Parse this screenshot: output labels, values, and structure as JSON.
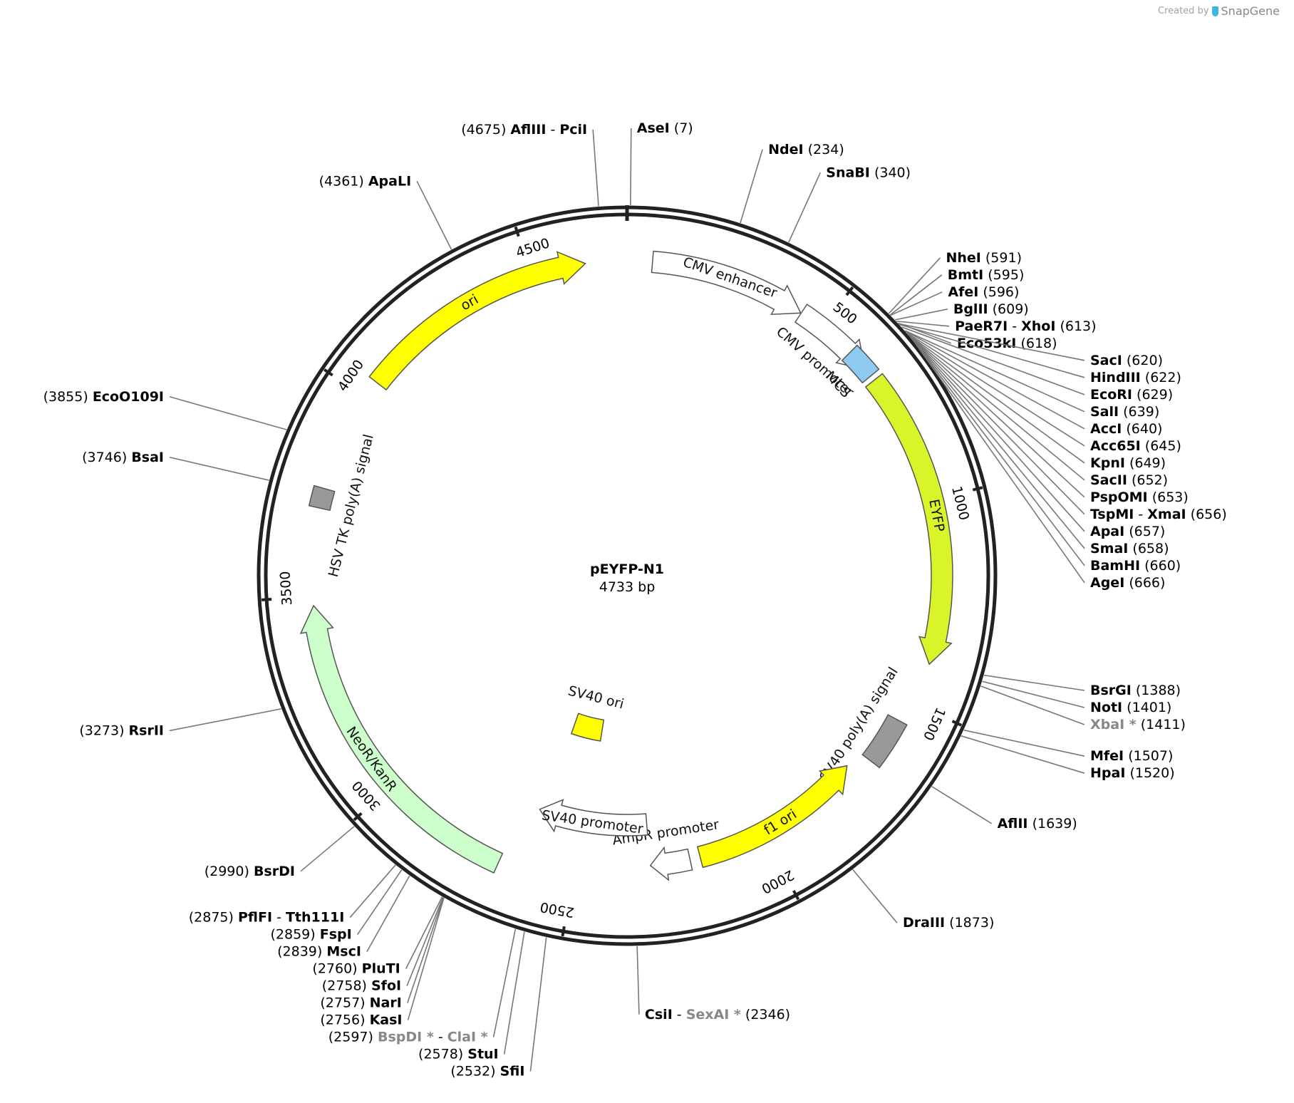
{
  "credit": {
    "prefix": "Created by",
    "brand": "SnapGene"
  },
  "plasmid": {
    "name": "pEYFP-N1",
    "length_label": "4733 bp",
    "length": 4733
  },
  "ticks": [
    {
      "pos": 500,
      "label": "500"
    },
    {
      "pos": 1000,
      "label": "1000"
    },
    {
      "pos": 1500,
      "label": "1500"
    },
    {
      "pos": 2000,
      "label": "2000"
    },
    {
      "pos": 2500,
      "label": "2500"
    },
    {
      "pos": 3000,
      "label": "3000"
    },
    {
      "pos": 3500,
      "label": "3500"
    },
    {
      "pos": 4000,
      "label": "4000"
    },
    {
      "pos": 4500,
      "label": "4500"
    }
  ],
  "features": [
    {
      "name": "CMV enhancer",
      "start": 61,
      "end": 440,
      "type": "arrow",
      "strand": 1,
      "color": "#ffffff"
    },
    {
      "name": "CMV promoter",
      "start": 441,
      "end": 645,
      "type": "arrow",
      "strand": 1,
      "color": "#ffffff"
    },
    {
      "name": "MCS",
      "start": 591,
      "end": 666,
      "type": "box",
      "color": "#8ec9f0"
    },
    {
      "name": "EYFP",
      "start": 679,
      "end": 1398,
      "type": "arrow",
      "strand": 1,
      "color": "#d9f52a"
    },
    {
      "name": "SV40 poly(A) signal",
      "start": 1552,
      "end": 1673,
      "type": "box",
      "color": "#999999"
    },
    {
      "name": "f1 ori",
      "start": 1720,
      "end": 2175,
      "type": "arrow",
      "strand": -1,
      "color": "#ffff00"
    },
    {
      "name": "AmpR promoter",
      "start": 2202,
      "end": 2306,
      "type": "arrow",
      "strand": 1,
      "color": "#ffffff"
    },
    {
      "name": "SV40 promoter",
      "start": 2307,
      "end": 2636,
      "type": "arrow",
      "strand": 1,
      "color": "#ffffff"
    },
    {
      "name": "SV40 ori",
      "start": 2487,
      "end": 2622,
      "type": "box",
      "color": "#ffff00"
    },
    {
      "name": "NeoR/KanR",
      "start": 2684,
      "end": 3478,
      "type": "arrow",
      "strand": 1,
      "color": "#ccffcc"
    },
    {
      "name": "HSV TK poly(A) signal",
      "start": 3713,
      "end": 3761,
      "type": "box",
      "color": "#999999"
    },
    {
      "name": "ori",
      "start": 4045,
      "end": 4633,
      "type": "arrow",
      "strand": 1,
      "color": "#ffff00"
    }
  ],
  "sites": [
    {
      "name": "AseI",
      "pos": 7,
      "label": "(7)"
    },
    {
      "name": "NdeI",
      "pos": 234,
      "label": "(234)"
    },
    {
      "name": "SnaBI",
      "pos": 340,
      "label": "(340)"
    },
    {
      "name": "NheI",
      "pos": 591,
      "label": "(591)"
    },
    {
      "name": "BmtI",
      "pos": 595,
      "label": "(595)"
    },
    {
      "name": "AfeI",
      "pos": 596,
      "label": "(596)"
    },
    {
      "name": "BglII",
      "pos": 609,
      "label": "(609)"
    },
    {
      "name": "PaeR7I",
      "name2": "XhoI",
      "pos": 613,
      "label": "(613)"
    },
    {
      "name": "Eco53kI",
      "pos": 618,
      "label": "(618)"
    },
    {
      "name": "SacI",
      "pos": 620,
      "label": "(620)"
    },
    {
      "name": "HindIII",
      "pos": 622,
      "label": "(622)"
    },
    {
      "name": "EcoRI",
      "pos": 629,
      "label": "(629)"
    },
    {
      "name": "SalI",
      "pos": 639,
      "label": "(639)"
    },
    {
      "name": "AccI",
      "pos": 640,
      "label": "(640)"
    },
    {
      "name": "Acc65I",
      "pos": 645,
      "label": "(645)"
    },
    {
      "name": "KpnI",
      "pos": 649,
      "label": "(649)"
    },
    {
      "name": "SacII",
      "pos": 652,
      "label": "(652)"
    },
    {
      "name": "PspOMI",
      "pos": 653,
      "label": "(653)"
    },
    {
      "name": "TspMI",
      "name2": "XmaI",
      "pos": 656,
      "label": "(656)"
    },
    {
      "name": "ApaI",
      "pos": 657,
      "label": "(657)"
    },
    {
      "name": "SmaI",
      "pos": 658,
      "label": "(658)"
    },
    {
      "name": "BamHI",
      "pos": 660,
      "label": "(660)"
    },
    {
      "name": "AgeI",
      "pos": 666,
      "label": "(666)"
    },
    {
      "name": "BsrGI",
      "pos": 1388,
      "label": "(1388)"
    },
    {
      "name": "NotI",
      "pos": 1401,
      "label": "(1401)"
    },
    {
      "name": "XbaI *",
      "pos": 1411,
      "label": "(1411)",
      "gray": true
    },
    {
      "name": "MfeI",
      "pos": 1507,
      "label": "(1507)"
    },
    {
      "name": "HpaI",
      "pos": 1520,
      "label": "(1520)"
    },
    {
      "name": "AflII",
      "pos": 1639,
      "label": "(1639)"
    },
    {
      "name": "DraIII",
      "pos": 1873,
      "label": "(1873)"
    },
    {
      "name": "CsiI",
      "name2": "SexAI *",
      "name2_gray": true,
      "pos": 2346,
      "label": "(2346)"
    },
    {
      "name": "SfiI",
      "pos": 2532,
      "label": "(2532)"
    },
    {
      "name": "StuI",
      "pos": 2578,
      "label": "(2578)"
    },
    {
      "name": "BspDI *",
      "name2": "ClaI *",
      "gray": true,
      "name2_gray": true,
      "pos": 2597,
      "label": "(2597)"
    },
    {
      "name": "KasI",
      "pos": 2756,
      "label": "(2756)"
    },
    {
      "name": "NarI",
      "pos": 2757,
      "label": "(2757)"
    },
    {
      "name": "SfoI",
      "pos": 2758,
      "label": "(2758)"
    },
    {
      "name": "PluTI",
      "pos": 2760,
      "label": "(2760)"
    },
    {
      "name": "MscI",
      "pos": 2839,
      "label": "(2839)"
    },
    {
      "name": "FspI",
      "pos": 2859,
      "label": "(2859)"
    },
    {
      "name": "PflFI",
      "name2": "Tth111I",
      "pos": 2875,
      "label": "(2875)"
    },
    {
      "name": "BsrDI",
      "pos": 2990,
      "label": "(2990)"
    },
    {
      "name": "RsrII",
      "pos": 3273,
      "label": "(3273)"
    },
    {
      "name": "BsaI",
      "pos": 3746,
      "label": "(3746)"
    },
    {
      "name": "EcoO109I",
      "pos": 3855,
      "label": "(3855)"
    },
    {
      "name": "ApaLI",
      "pos": 4361,
      "label": "(4361)"
    },
    {
      "name": "AflIII",
      "name2": "PciI",
      "pos": 4675,
      "label": "(4675)"
    }
  ]
}
